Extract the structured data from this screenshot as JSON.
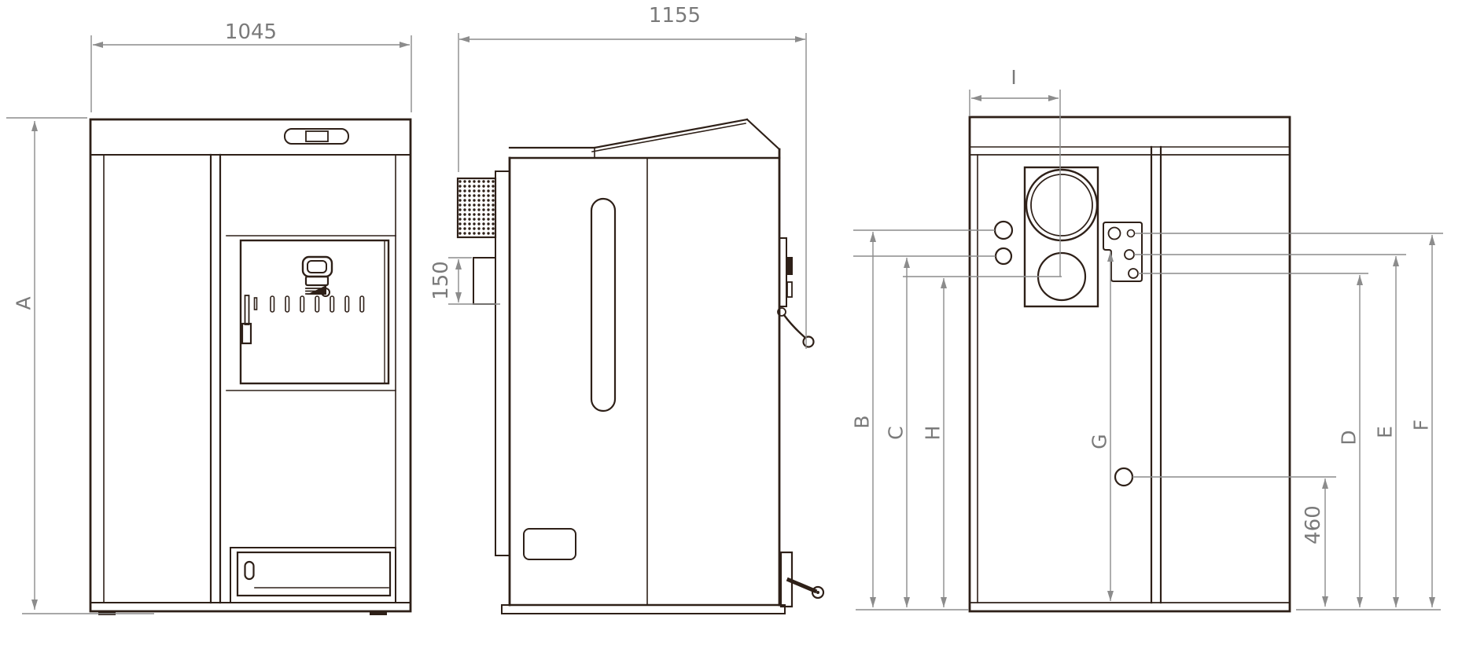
{
  "colors": {
    "ink": "#2e2018",
    "dimension_lines": "#8c8c8c",
    "dimension_text": "#7a7a7a",
    "background": "#ffffff"
  },
  "views": {
    "front": {
      "width_label": "1045",
      "height_label": "A"
    },
    "side": {
      "depth_label": "1155",
      "flue_outlet_height_label": "150"
    },
    "rear": {
      "flue_offset_label": "I",
      "connection_labels": [
        "B",
        "C",
        "H",
        "G",
        "D",
        "E",
        "F"
      ],
      "socket_height_label": "460"
    }
  }
}
